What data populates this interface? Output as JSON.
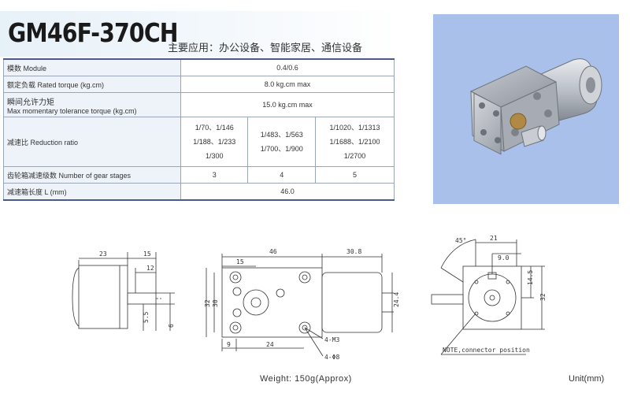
{
  "title": "GM46F-370CH",
  "subtitle": "主要应用：办公设备、智能家居、通信设备",
  "spec_rows": {
    "module": {
      "label": "模数 Module",
      "value": "0.4/0.6"
    },
    "rated_torque": {
      "label": "额定负载 Rated torque (kg.cm)",
      "value": "8.0 kg.cm max"
    },
    "momentary_torque": {
      "label_cn": "瞬间允许力矩",
      "label_en": "Max momentary tolerance torque (kg.cm)",
      "value": "15.0 kg.cm max"
    },
    "reduction_ratio": {
      "label": "减速比 Reduction ratio",
      "col1": [
        "1/70、1/146",
        "1/188、1/233",
        "1/300"
      ],
      "col2": [
        "1/483、1/563",
        "1/700、1/900"
      ],
      "col3": [
        "1/1020、1/1313",
        "1/1688、1/2100",
        "1/2700"
      ]
    },
    "gear_stages": {
      "label": "齿轮箱减速级数 Number of gear stages",
      "values": [
        "3",
        "4",
        "5"
      ]
    },
    "gearbox_length": {
      "label": "减速箱长度 L (mm)",
      "value": "46.0"
    }
  },
  "drawing": {
    "dims": {
      "d23": "23",
      "d15": "15",
      "d12": "12",
      "d5_5": "5.5",
      "d6": "6",
      "d46": "46",
      "d30_8": "30.8",
      "d15b": "15",
      "d32": "32",
      "d30": "30",
      "d9": "9",
      "d24": "24",
      "d24_4": "24.4",
      "m3": "4-M3",
      "phi8": "4-Φ8",
      "angle": "45°",
      "d21": "21",
      "d9_0": "9.0",
      "d14_5": "14.5",
      "d32b": "32"
    },
    "note": "NOTE,connector position"
  },
  "footer": {
    "weight": "Weight: 150g(Approx)",
    "unit": "Unit(mm)"
  }
}
